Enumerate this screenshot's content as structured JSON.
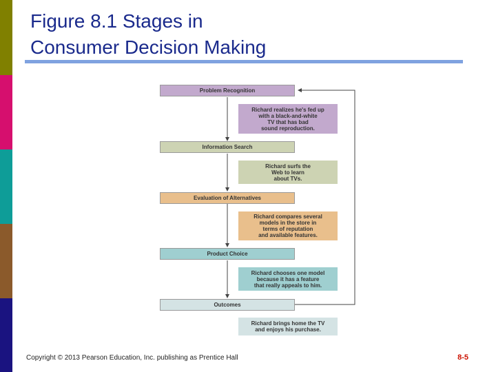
{
  "title": {
    "line1": "Figure 8.1 Stages in",
    "line2": "Consumer Decision Making"
  },
  "side_colors": [
    "#808000",
    "#d60f6e",
    "#0e9d98",
    "#8b5a2b",
    "#1a1380"
  ],
  "stages": [
    {
      "label": "Problem Recognition",
      "color": "#c2a9cd"
    },
    {
      "label": "Information Search",
      "color": "#cdd3b3"
    },
    {
      "label": "Evaluation of Alternatives",
      "color": "#e9bf8c"
    },
    {
      "label": "Product Choice",
      "color": "#9fcfd0"
    },
    {
      "label": "Outcomes",
      "color": "#d4e3e4"
    }
  ],
  "notes": [
    {
      "lines": [
        "Richard realizes he's fed up",
        "with a black-and-white",
        "TV that has bad",
        "sound reproduction."
      ],
      "color": "#c2a9cd"
    },
    {
      "lines": [
        "Richard surfs the",
        "Web to learn",
        "about TVs."
      ],
      "color": "#cdd3b3"
    },
    {
      "lines": [
        "Richard compares several",
        "models in the store in",
        "terms of reputation",
        "and available features."
      ],
      "color": "#e9bf8c"
    },
    {
      "lines": [
        "Richard chooses one model",
        "because it has a feature",
        "that really appeals to him."
      ],
      "color": "#9fcfd0"
    },
    {
      "lines": [
        "Richard brings home the TV",
        "and enjoys his purchase."
      ],
      "color": "#d4e3e4"
    }
  ],
  "footer": {
    "copyright": "Copyright © 2013 Pearson Education, Inc. publishing as Prentice Hall",
    "page": "8-5"
  }
}
